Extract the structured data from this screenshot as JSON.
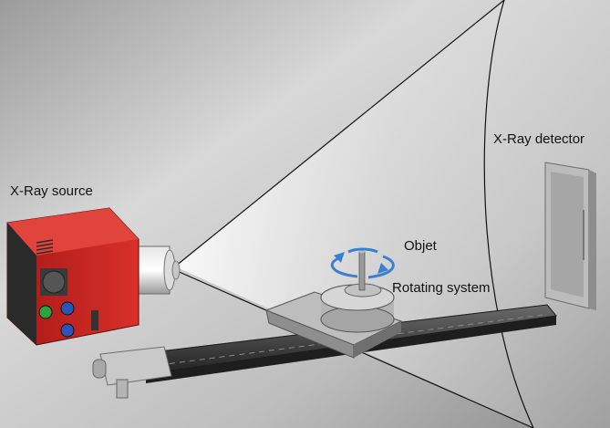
{
  "labels": {
    "source": "X-Ray source",
    "detector": "X-Ray detector",
    "object": "Objet",
    "rotating": "Rotating system"
  },
  "colors": {
    "source_body": "#c8211e",
    "background_light": "#d9d9d9",
    "background_dark": "#8a8a8a",
    "cone_edge": "#111111",
    "rotation_arrow": "#3b7fd1",
    "rail": "#3a3a3a"
  }
}
